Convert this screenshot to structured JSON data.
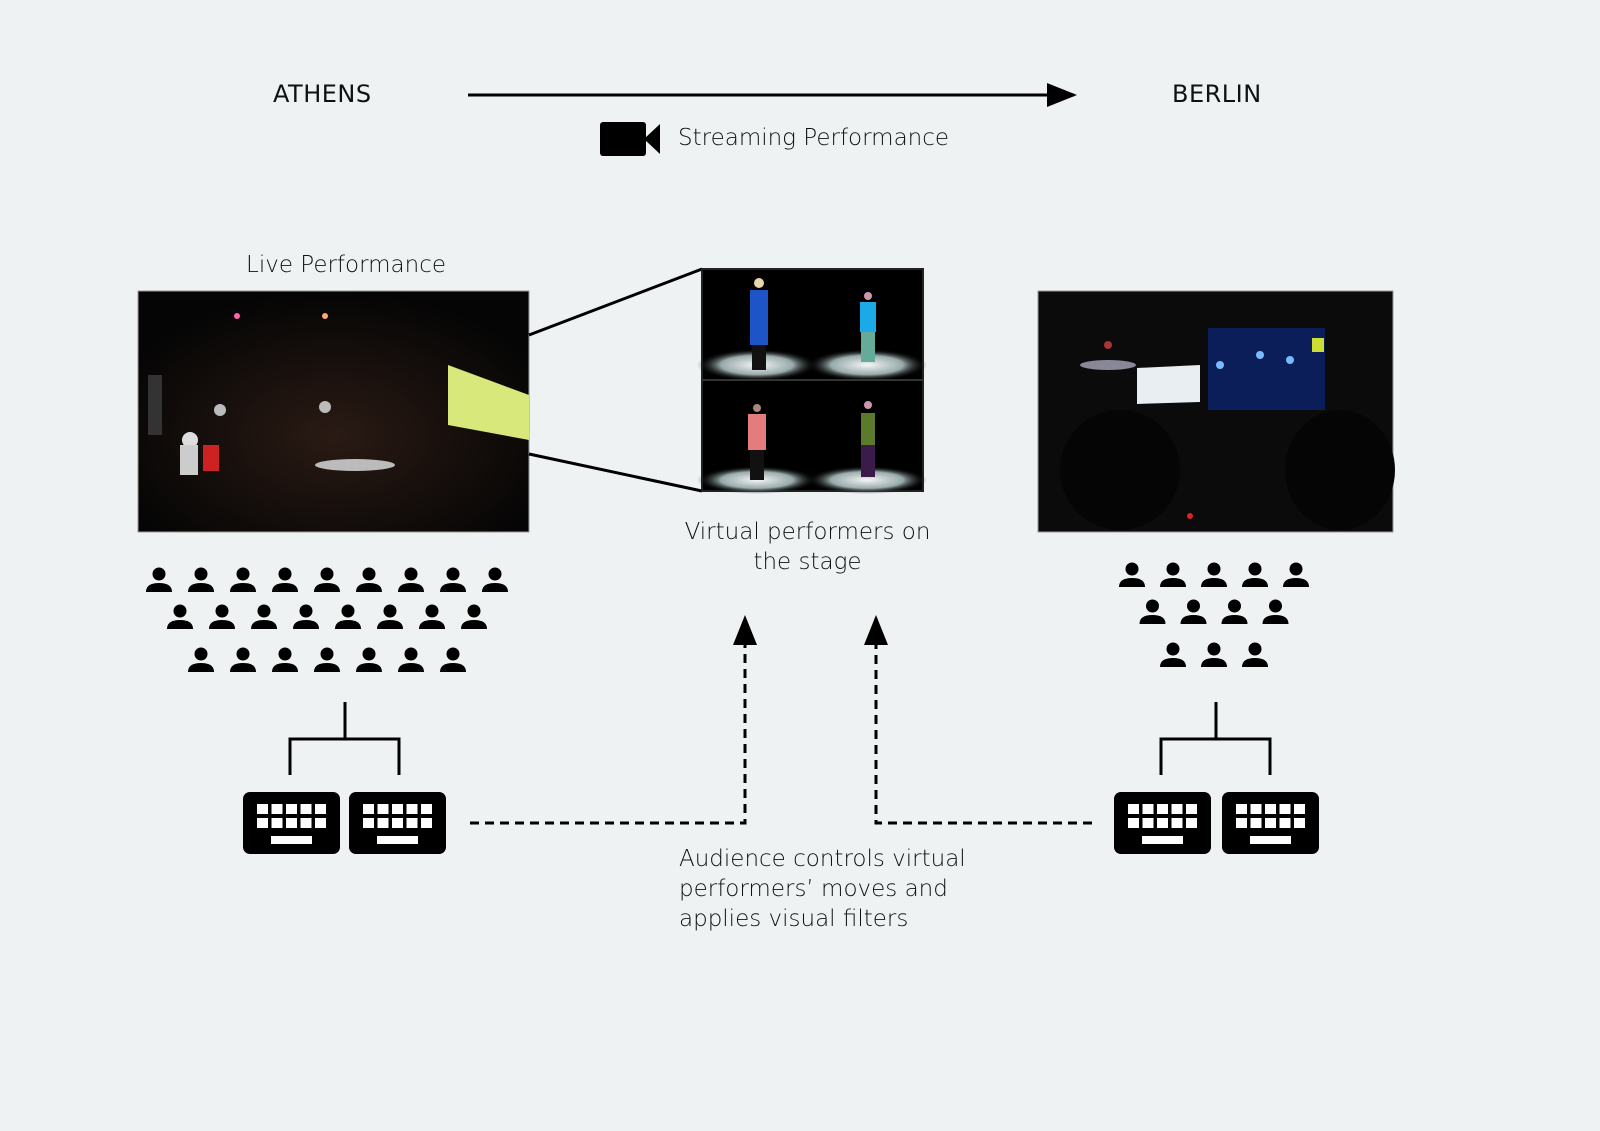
{
  "locations": {
    "origin": "ATHENS",
    "destination": "BERLIN"
  },
  "streaming": {
    "label": "Streaming Performance",
    "icon": "video-camera-icon"
  },
  "live": {
    "label": "Live Performance"
  },
  "virtual": {
    "caption_line1": "Virtual performers on",
    "caption_line2": "the stage"
  },
  "control": {
    "line1": "Audience controls virtual",
    "line2": "performers’ moves and",
    "line3": "applies visual filters"
  },
  "audience": {
    "athens_rows": [
      9,
      8,
      7
    ],
    "berlin_rows": [
      5,
      4,
      3
    ]
  },
  "colors": {
    "background": "#eef2f3",
    "ink": "#000000"
  }
}
